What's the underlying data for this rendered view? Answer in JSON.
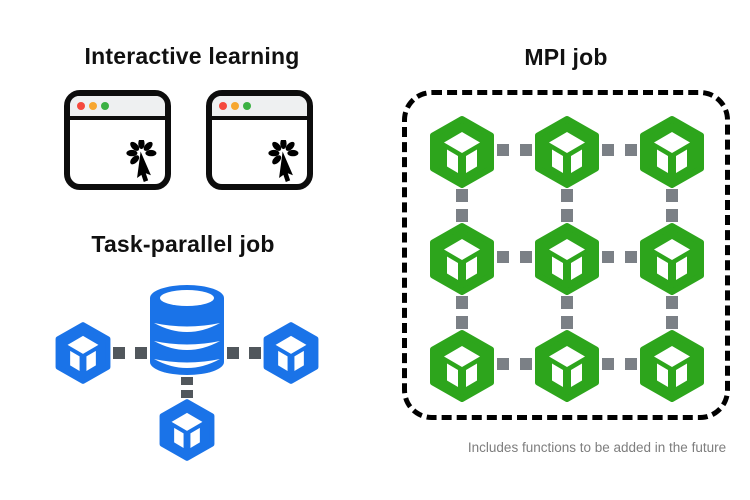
{
  "sections": {
    "interactive": {
      "title": "Interactive learning",
      "window_count": 2
    },
    "task_parallel": {
      "title": "Task-parallel job",
      "worker_count": 3,
      "has_database": true
    },
    "mpi": {
      "title": "MPI job",
      "caption": "Includes functions to be added in the future",
      "grid_rows": 3,
      "grid_cols": 3,
      "node_count": 9
    }
  },
  "icons": {
    "browser_window": "browser-window-icon",
    "click_cursor": "click-cursor-icon",
    "database": "database-icon",
    "cube_node": "cube-node-icon",
    "traffic_lights": [
      "red-dot-icon",
      "yellow-dot-icon",
      "green-dot-icon"
    ]
  },
  "colors": {
    "blue": "#1a73e8",
    "green": "#2da51c",
    "connector_dark": "#51575c",
    "connector_gray": "#7b8086",
    "window_border": "#0d0d0d",
    "dot_red": "#f5493d",
    "dot_yellow": "#f7a72f",
    "dot_green": "#3bb143",
    "caption_gray": "#7e7e7e",
    "dashed_border": "#000000"
  }
}
